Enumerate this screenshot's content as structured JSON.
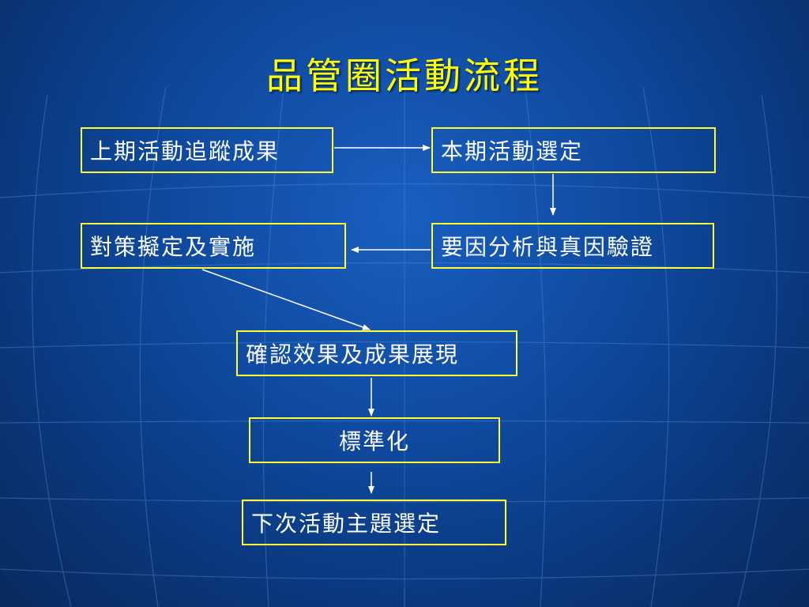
{
  "title": "品管圈活動流程",
  "nodes": {
    "prev_results": "上期活動追蹤成果",
    "select_current": "本期活動選定",
    "cause_analysis": "要因分析與真因驗證",
    "countermeasures": "對策擬定及實施",
    "confirm_effects": "確認效果及成果展現",
    "standardize": "標準化",
    "next_theme": "下次活動主題選定"
  },
  "colors": {
    "title": "#ffff00",
    "box_border": "#ffff33",
    "text": "#ffffff",
    "background": "#0f4aa0"
  }
}
